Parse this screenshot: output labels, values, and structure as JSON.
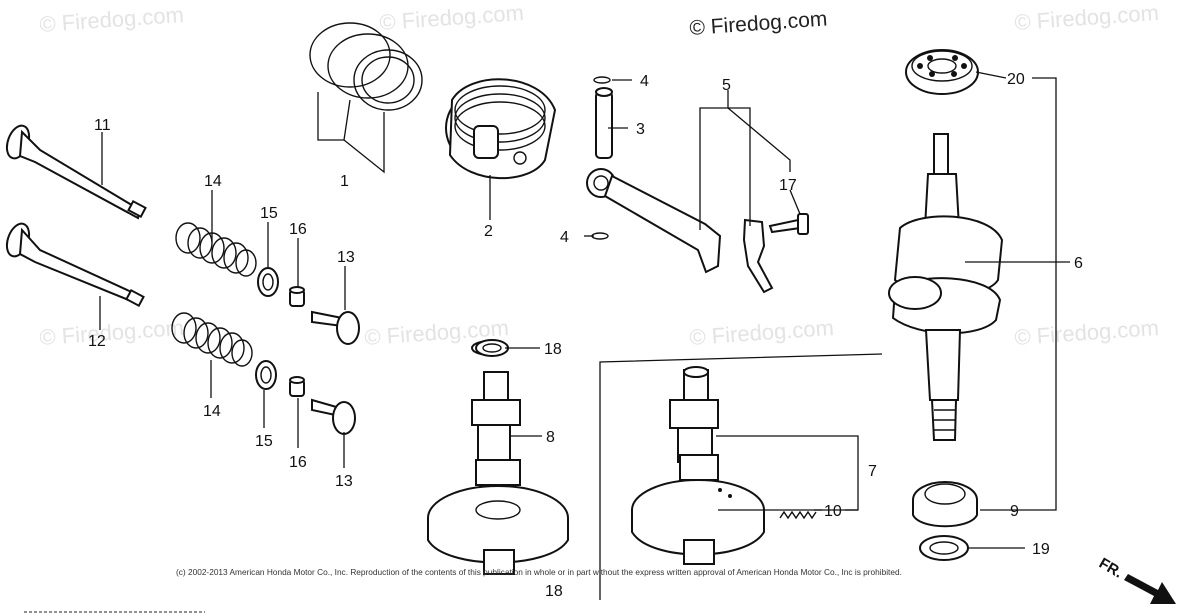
{
  "watermarks": [
    "© Firedog.com",
    "© Firedog.com",
    "© Firedog.com",
    "© Firedog.com",
    "© Firedog.com",
    "© Firedog.com",
    "© Firedog.com"
  ],
  "copyright": "© Firedog.com",
  "labels": {
    "l1": "1",
    "l2": "2",
    "l3": "3",
    "l4a": "4",
    "l4b": "4",
    "l5": "5",
    "l6": "6",
    "l7": "7",
    "l8": "8",
    "l9": "9",
    "l10": "10",
    "l11": "11",
    "l12": "12",
    "l13a": "13",
    "l13b": "13",
    "l14a": "14",
    "l14b": "14",
    "l15a": "15",
    "l15b": "15",
    "l16a": "16",
    "l16b": "16",
    "l17": "17",
    "l18": "18",
    "l18b": "18",
    "l19": "19",
    "l20": "20"
  },
  "footer_note": "(c) 2002-2013 American Honda Motor Co., Inc. Reproduction of the contents of this publication in whole or in part without the express written approval of American Honda Motor Co., Inc is prohibited.",
  "direction_label": "FR."
}
